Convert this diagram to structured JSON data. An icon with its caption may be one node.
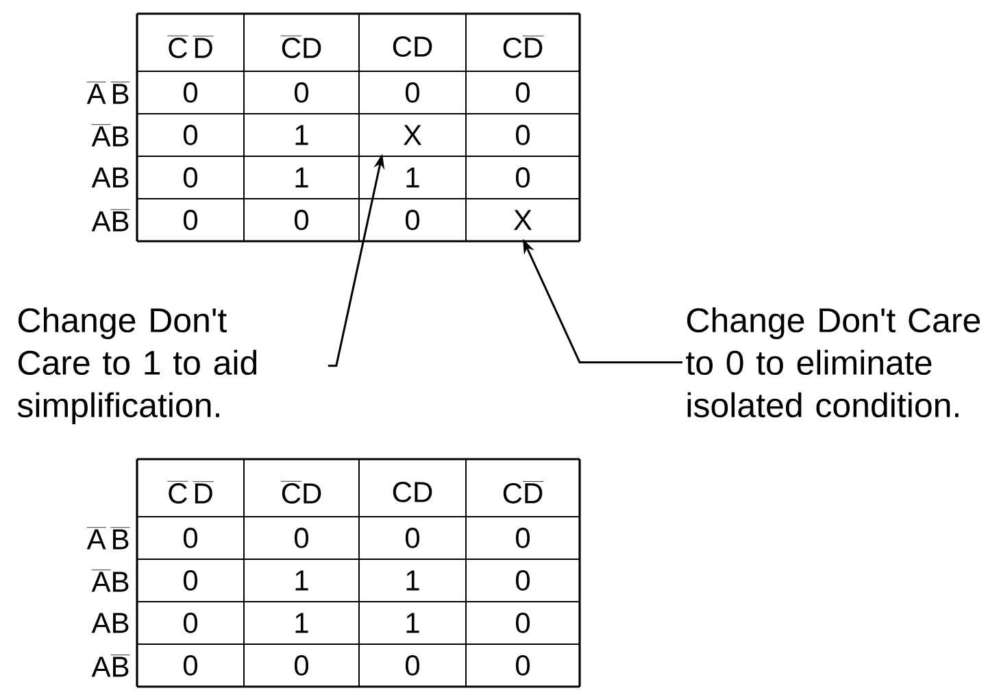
{
  "diagram": {
    "nodes": [
      {
        "text": [
          "X"
        ]
      },
      {
        "text": [
          "X"
        ]
      },
      {
        "text": [
          "Change Don't Care to 1 to aid simplification."
        ]
      },
      {
        "text": [
          "Change Don't Care to 0 to eliminate isolated condition."
        ]
      }
    ],
    "edges": [
      {
        "from": 2,
        "to": 0,
        "arrow": "to"
      },
      {
        "from": 3,
        "to": 1,
        "arrow": "to"
      }
    ],
    "labels": [
      "\\overline{\\mbox{C}}\\,\\overline{\\mbox{D}}",
      "\\overline{\\mbox{C}}\\mbox{D}",
      "\\mbox{CD}",
      "\\mbox{C}\\overline{\\mbox{D}}",
      "\\overline{\\mbox{A}}\\,\\overline{\\mbox{B}}",
      "0",
      "0",
      "0",
      "0",
      "\\overline{\\mbox{A}}\\mbox{B}",
      "0",
      "1",
      "0",
      "\\mbox{AB}",
      "0",
      "1",
      "1",
      "0",
      "\\mbox{A}\\overline{\\mbox{B}}",
      "0",
      "0",
      "0",
      "\\overline{\\mbox{C}}\\,\\overline{\\mbox{D}}",
      "\\overline{\\mbox{C}}\\mbox{D}",
      "\\mbox{CD}",
      "\\mbox{C}\\overline{\\mbox{D}}",
      "\\overline{\\mbox{A}}\\,\\overline{\\mbox{B}}",
      "0",
      "0",
      "0",
      "0",
      "\\overline{\\mbox{A}}\\mbox{B}",
      "0",
      "1",
      "1",
      "0",
      "\\mbox{AB}",
      "0",
      "1",
      "1",
      "0",
      "\\mbox{A}\\overline{\\mbox{B}}",
      "0",
      "0",
      "0",
      "0"
    ]
  }
}
